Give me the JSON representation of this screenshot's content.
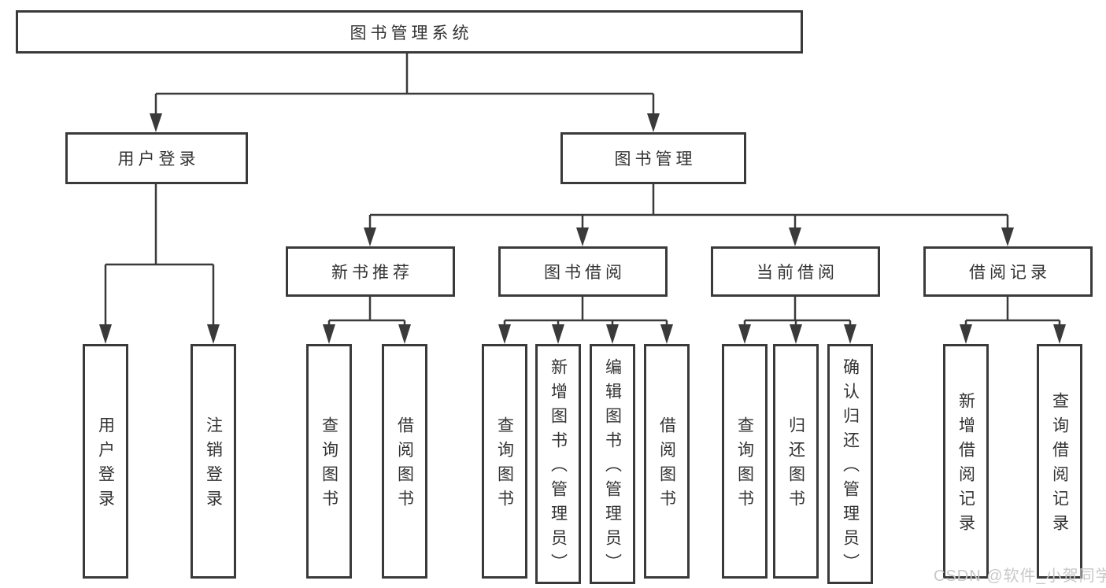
{
  "nodes": {
    "root": "图书管理系统",
    "user_login_group": "用户登录",
    "book_management": "图书管理",
    "new_book_recommend": "新书推荐",
    "book_borrowing": "图书借阅",
    "current_borrowing": "当前借阅",
    "borrowing_records": "借阅记录",
    "leaf_user_login": "用户登录",
    "leaf_logout": "注销登录",
    "leaf_nb_query_books": "查询图书",
    "leaf_nb_borrow_books": "借阅图书",
    "leaf_bb_query_books": "查询图书",
    "leaf_bb_add_books": "新增图书（管理员）",
    "leaf_bb_edit_books": "编辑图书（管理员）",
    "leaf_bb_borrow_books": "借阅图书",
    "leaf_cb_query_books": "查询图书",
    "leaf_cb_return_books": "归还图书",
    "leaf_cb_confirm_return": "确认归还（管理员）",
    "leaf_br_add_record": "新增借阅记录",
    "leaf_br_query_record": "查询借阅记录"
  },
  "watermark": "CSDN @软件_小贺同学",
  "colors": {
    "line": "#3a3a3a",
    "text": "#333333",
    "background": "#ffffff",
    "watermark": "#c8c8c8"
  }
}
